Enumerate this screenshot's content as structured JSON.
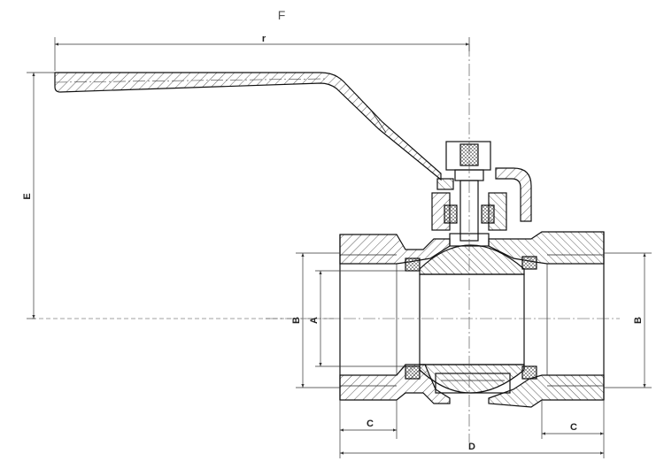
{
  "title": "F",
  "dimensions": {
    "r": "r",
    "e": "E",
    "b_left": "B",
    "a": "A",
    "b_right": "B",
    "c_left": "C",
    "c_right": "C",
    "d": "D"
  }
}
